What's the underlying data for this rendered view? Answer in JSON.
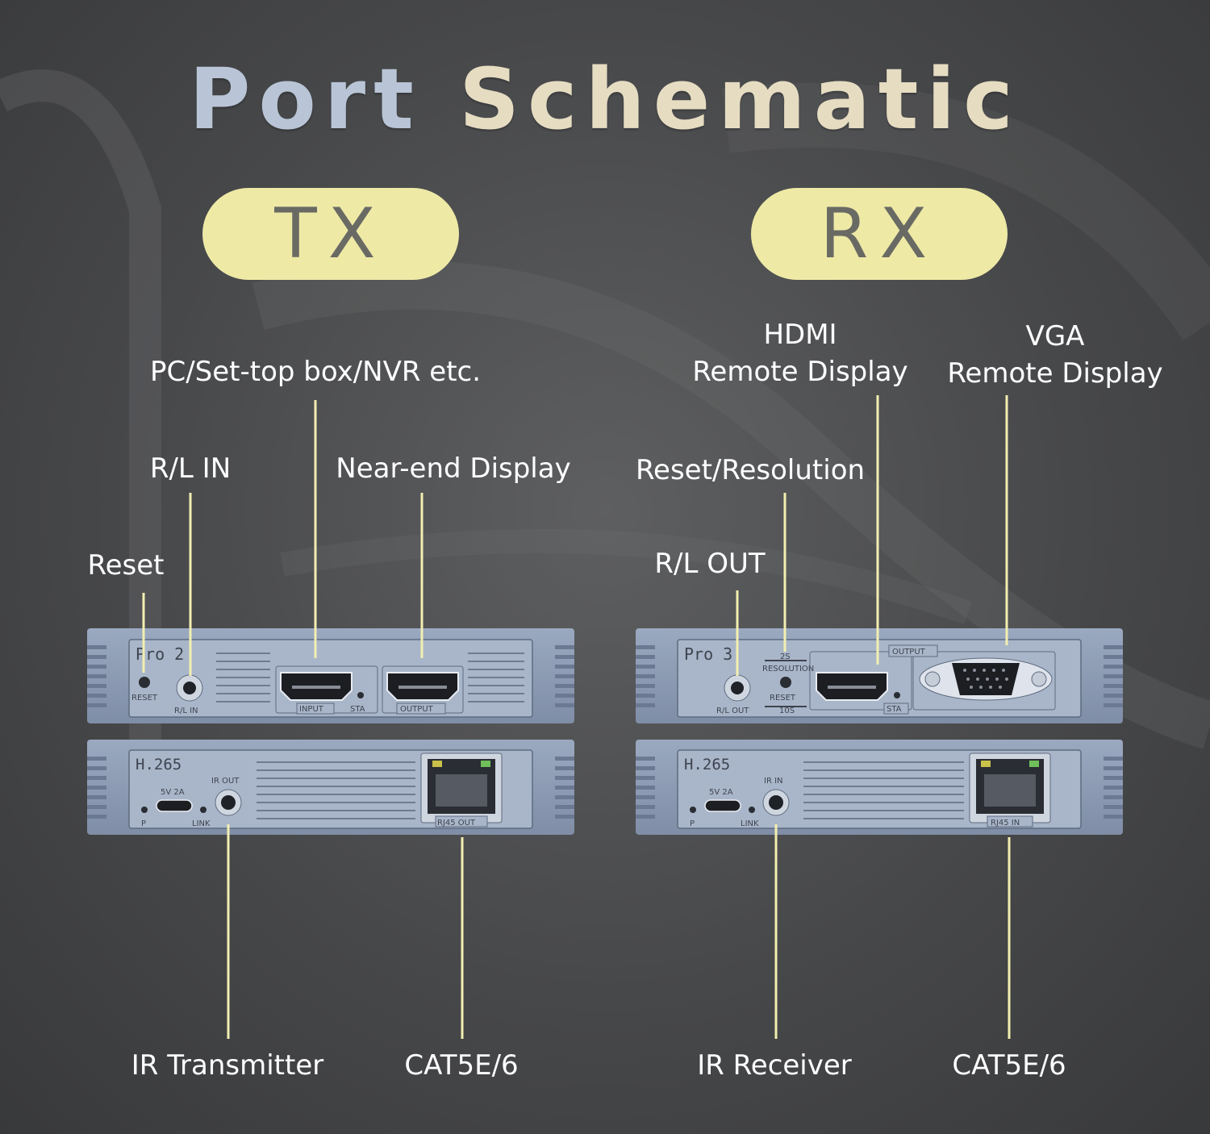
{
  "title": {
    "word1": "Port",
    "word2": "Schematic"
  },
  "tx": {
    "badge": "TX",
    "labels": {
      "source": "PC/Set-top box/NVR etc.",
      "rl_in": "R/L IN",
      "near_end": "Near-end Display",
      "reset": "Reset",
      "ir_transmitter": "IR Transmitter",
      "cat": "CAT5E/6"
    },
    "top_panel": {
      "model": "Pro 2",
      "reset": "RESET",
      "rl_in": "R/L IN",
      "input": "INPUT",
      "sta": "STA",
      "output": "OUTPUT"
    },
    "bottom_panel": {
      "codec": "H.265",
      "power": "5V 2A",
      "p": "P",
      "link": "LINK",
      "ir": "IR OUT",
      "rj45": "RJ45 OUT"
    }
  },
  "rx": {
    "badge": "RX",
    "labels": {
      "hdmi_line1": "HDMI",
      "hdmi_line2": "Remote Display",
      "vga_line1": "VGA",
      "vga_line2": "Remote Display",
      "reset_res": "Reset/Resolution",
      "rl_out": "R/L OUT",
      "ir_receiver": "IR Receiver",
      "cat": "CAT5E/6"
    },
    "top_panel": {
      "model": "Pro 3",
      "rl_out": "R/L OUT",
      "s2": "2S",
      "resolution": "RESOLUTION",
      "reset": "RESET",
      "s10": "10S",
      "output": "OUTPUT",
      "sta": "STA"
    },
    "bottom_panel": {
      "codec": "H.265",
      "power": "5V 2A",
      "p": "P",
      "link": "LINK",
      "ir": "IR IN",
      "rj45": "RJ45 IN"
    }
  },
  "colors": {
    "badge": "#eeeaa6",
    "leader_line": "#f2eeb0",
    "device_body": "#8e9db5",
    "device_face": "#a9b6c9"
  }
}
